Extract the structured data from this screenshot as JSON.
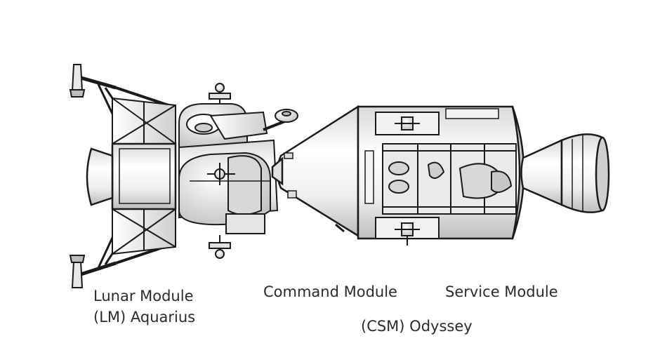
{
  "labels": {
    "lm_line1": "Lunar Module",
    "lm_line2": "(LM) Aquarius",
    "command_module": "Command Module",
    "service_module": "Service Module",
    "csm": "(CSM) Odyssey"
  },
  "colors": {
    "outline": "#1a1a1a",
    "hull_light": "#f7f7f7",
    "hull_shade": "#cfcfcf",
    "text": "#2b2b2b"
  }
}
